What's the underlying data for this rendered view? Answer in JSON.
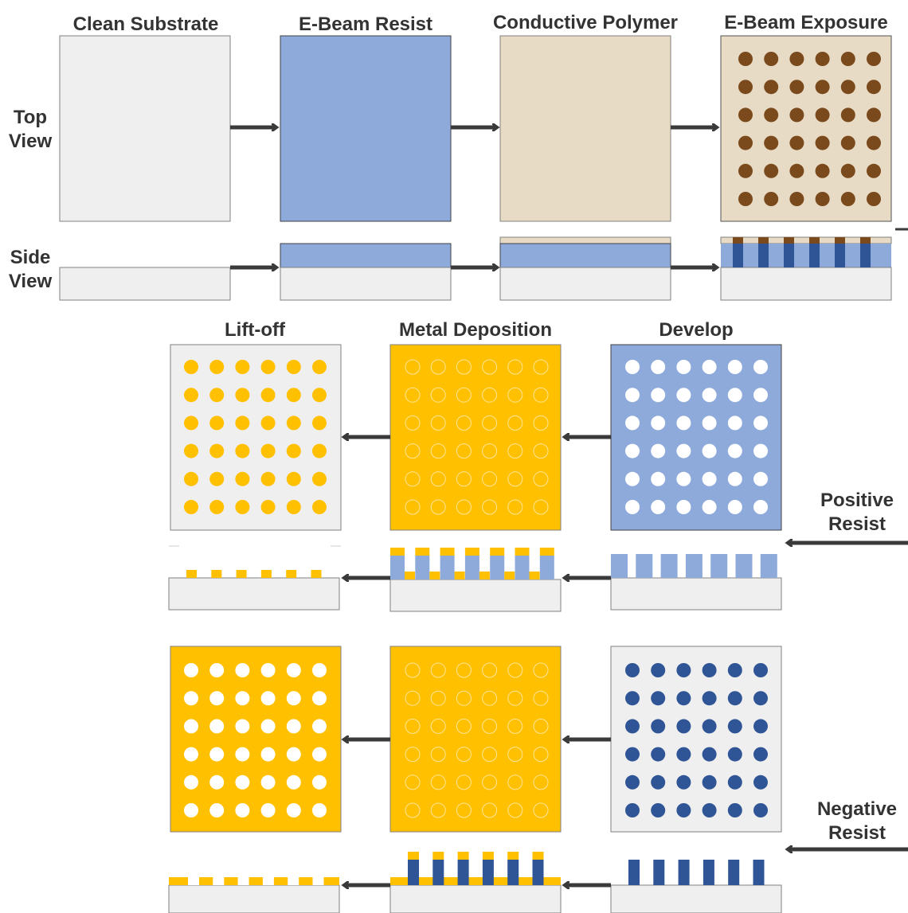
{
  "labels": {
    "row_top": [
      "Top",
      "View"
    ],
    "row_side": [
      "Side",
      "View"
    ],
    "positive": [
      "Positive",
      "Resist"
    ],
    "negative": [
      "Negative",
      "Resist"
    ]
  },
  "steps": {
    "clean_substrate": "Clean Substrate",
    "ebeam_resist": "E-Beam Resist",
    "conductive_polymer": "Conductive Polymer",
    "ebeam_exposure": "E-Beam Exposure",
    "develop": "Develop",
    "metal_deposition": "Metal Deposition",
    "lift_off": "Lift-off"
  },
  "colors": {
    "substrate": "#efefef",
    "resist": "#8eaadb",
    "polymer": "#e8dbc5",
    "exposed_dot": "#7a4a1c",
    "metal": "#ffc000",
    "neg_resist": "#2f5597",
    "arrow": "#3a3a3a",
    "outline": "#808080"
  },
  "dot_grid": {
    "rows": 6,
    "cols": 6
  }
}
